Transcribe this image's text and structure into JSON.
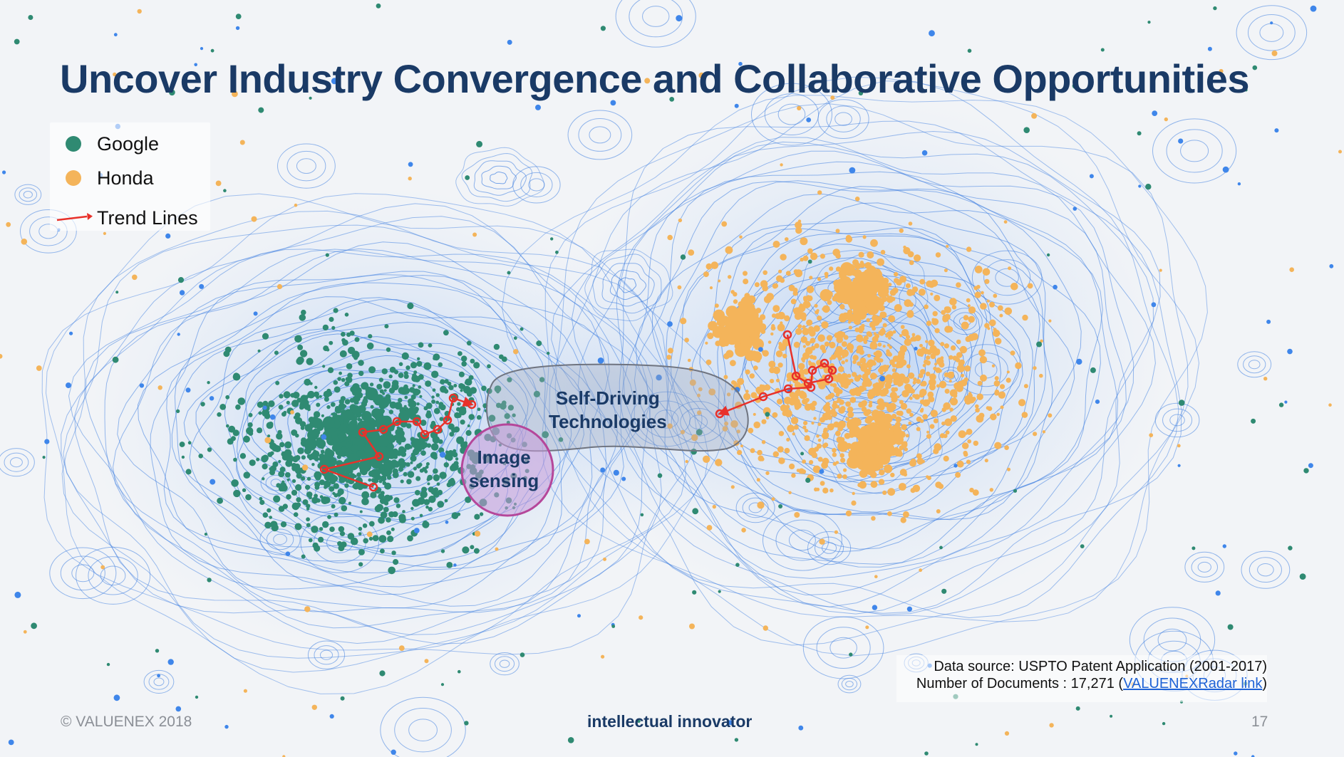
{
  "slide": {
    "title": "Uncover Industry Convergence and Collaborative Opportunities",
    "legend": [
      {
        "label": "Google",
        "color": "#2f8a72"
      },
      {
        "label": "Honda",
        "color": "#f4b45a"
      },
      {
        "label": "Trend Lines",
        "color": "#e8312a"
      }
    ],
    "regions": {
      "self_driving": [
        "Self-Driving",
        "Technologies"
      ],
      "image_sensing": [
        "Image",
        "sensing"
      ]
    },
    "source": {
      "line1": "Data source: USPTO Patent Application (2001-2017)",
      "line2_prefix": "Number of Documents : 17,271 (",
      "link_text": "VALUENEXRadar link",
      "line2_suffix": ")"
    },
    "footer": {
      "copyright": "© VALUENEX 2018",
      "tagline": "intellectual innovator",
      "page_number": "17"
    },
    "colors": {
      "contour": "#3f7fe0",
      "density_fill": "#c9dcf4",
      "title": "#1a3a66",
      "google": "#2f8a72",
      "honda": "#f4b45a",
      "other": "#3f86ea",
      "trend": "#e8312a",
      "image_sensing_fill": "#c69ad9",
      "image_sensing_stroke": "#b5479a"
    }
  }
}
